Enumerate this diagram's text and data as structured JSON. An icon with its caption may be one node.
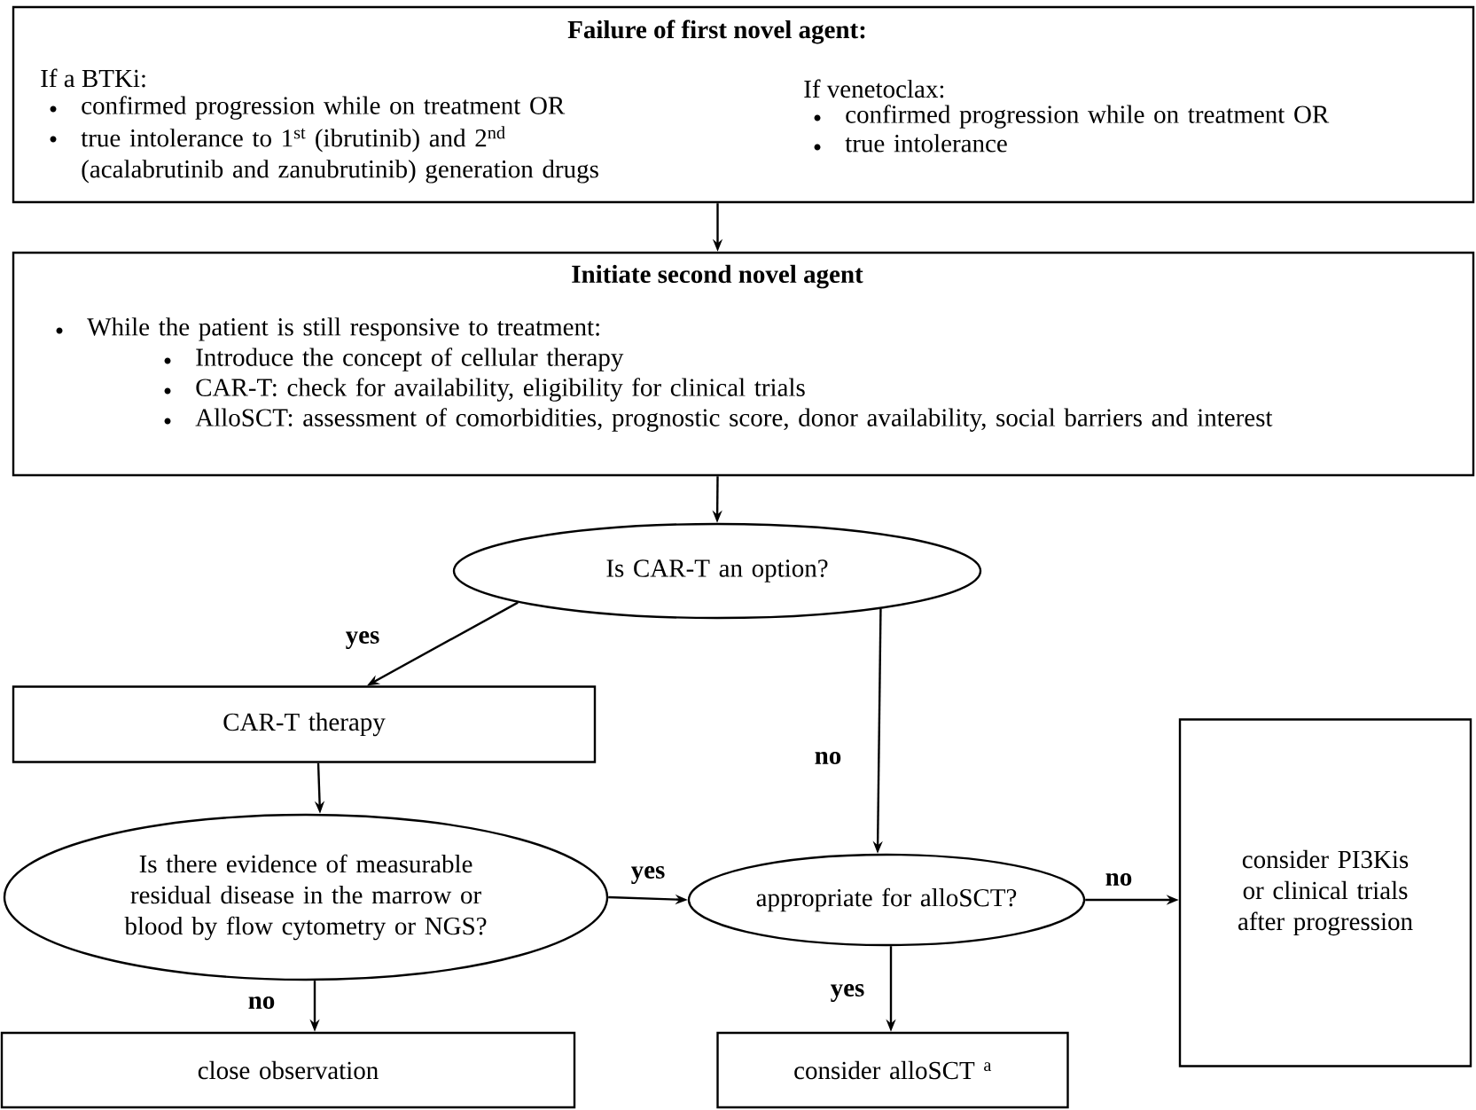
{
  "diagram": {
    "nodes": [
      {
        "text": [
          "Failure of first novel agent:",
          "If a BTKi:",
          "confirmed progression while on treatment OR",
          "true intolerance to 1$^{st}$ (ibrutinib) and 2$^{nd}$ (acalabrutinib and zanubrutinib) generation drugs",
          "If venetoclax:",
          "confirmed progression while on treatment OR",
          "true intolerance"
        ]
      },
      {
        "text": [
          "Initiate second novel agent",
          "While the patient is still responsive to treatment:",
          "Introduce the concept of cellular therapy",
          "CAR-T: check for availability, eligibility for clinical trials",
          "AlloSCT: assessment of comorbidities, prognostic score, donor availability, social barriers and interest"
        ]
      },
      {
        "text": [
          "Is CAR-T an option?"
        ]
      },
      {
        "text": [
          "CAR-T therapy"
        ]
      },
      {
        "text": [
          "Is there evidence of measurable residual disease in the marrow or blood by flow cytometry or NGS?"
        ]
      },
      {
        "text": [
          "appropriate for alloSCT?"
        ]
      },
      {
        "text": [
          "consider PI3Kis or clinical trials after progression"
        ]
      },
      {
        "text": [
          "close observation"
        ]
      },
      {
        "text": [
          "consider alloSCT $^{a}$"
        ]
      }
    ],
    "edges": [
      {
        "from": 0,
        "to": 1,
        "arrow": "to"
      },
      {
        "from": 1,
        "to": 2,
        "arrow": "to"
      },
      {
        "from": 2,
        "to": 3,
        "arrow": "to",
        "label": "yes"
      },
      {
        "from": 2,
        "to": 5,
        "arrow": "to",
        "label": "no"
      },
      {
        "from": 3,
        "to": 4,
        "arrow": "to"
      },
      {
        "from": 4,
        "to": 5,
        "arrow": "to",
        "label": "yes"
      },
      {
        "from": 5,
        "to": 6,
        "arrow": "to",
        "label": "no"
      },
      {
        "from": 4,
        "to": 7,
        "arrow": "to",
        "label": "no"
      },
      {
        "from": 5,
        "to": 8,
        "arrow": "to",
        "label": "yes"
      }
    ]
  }
}
